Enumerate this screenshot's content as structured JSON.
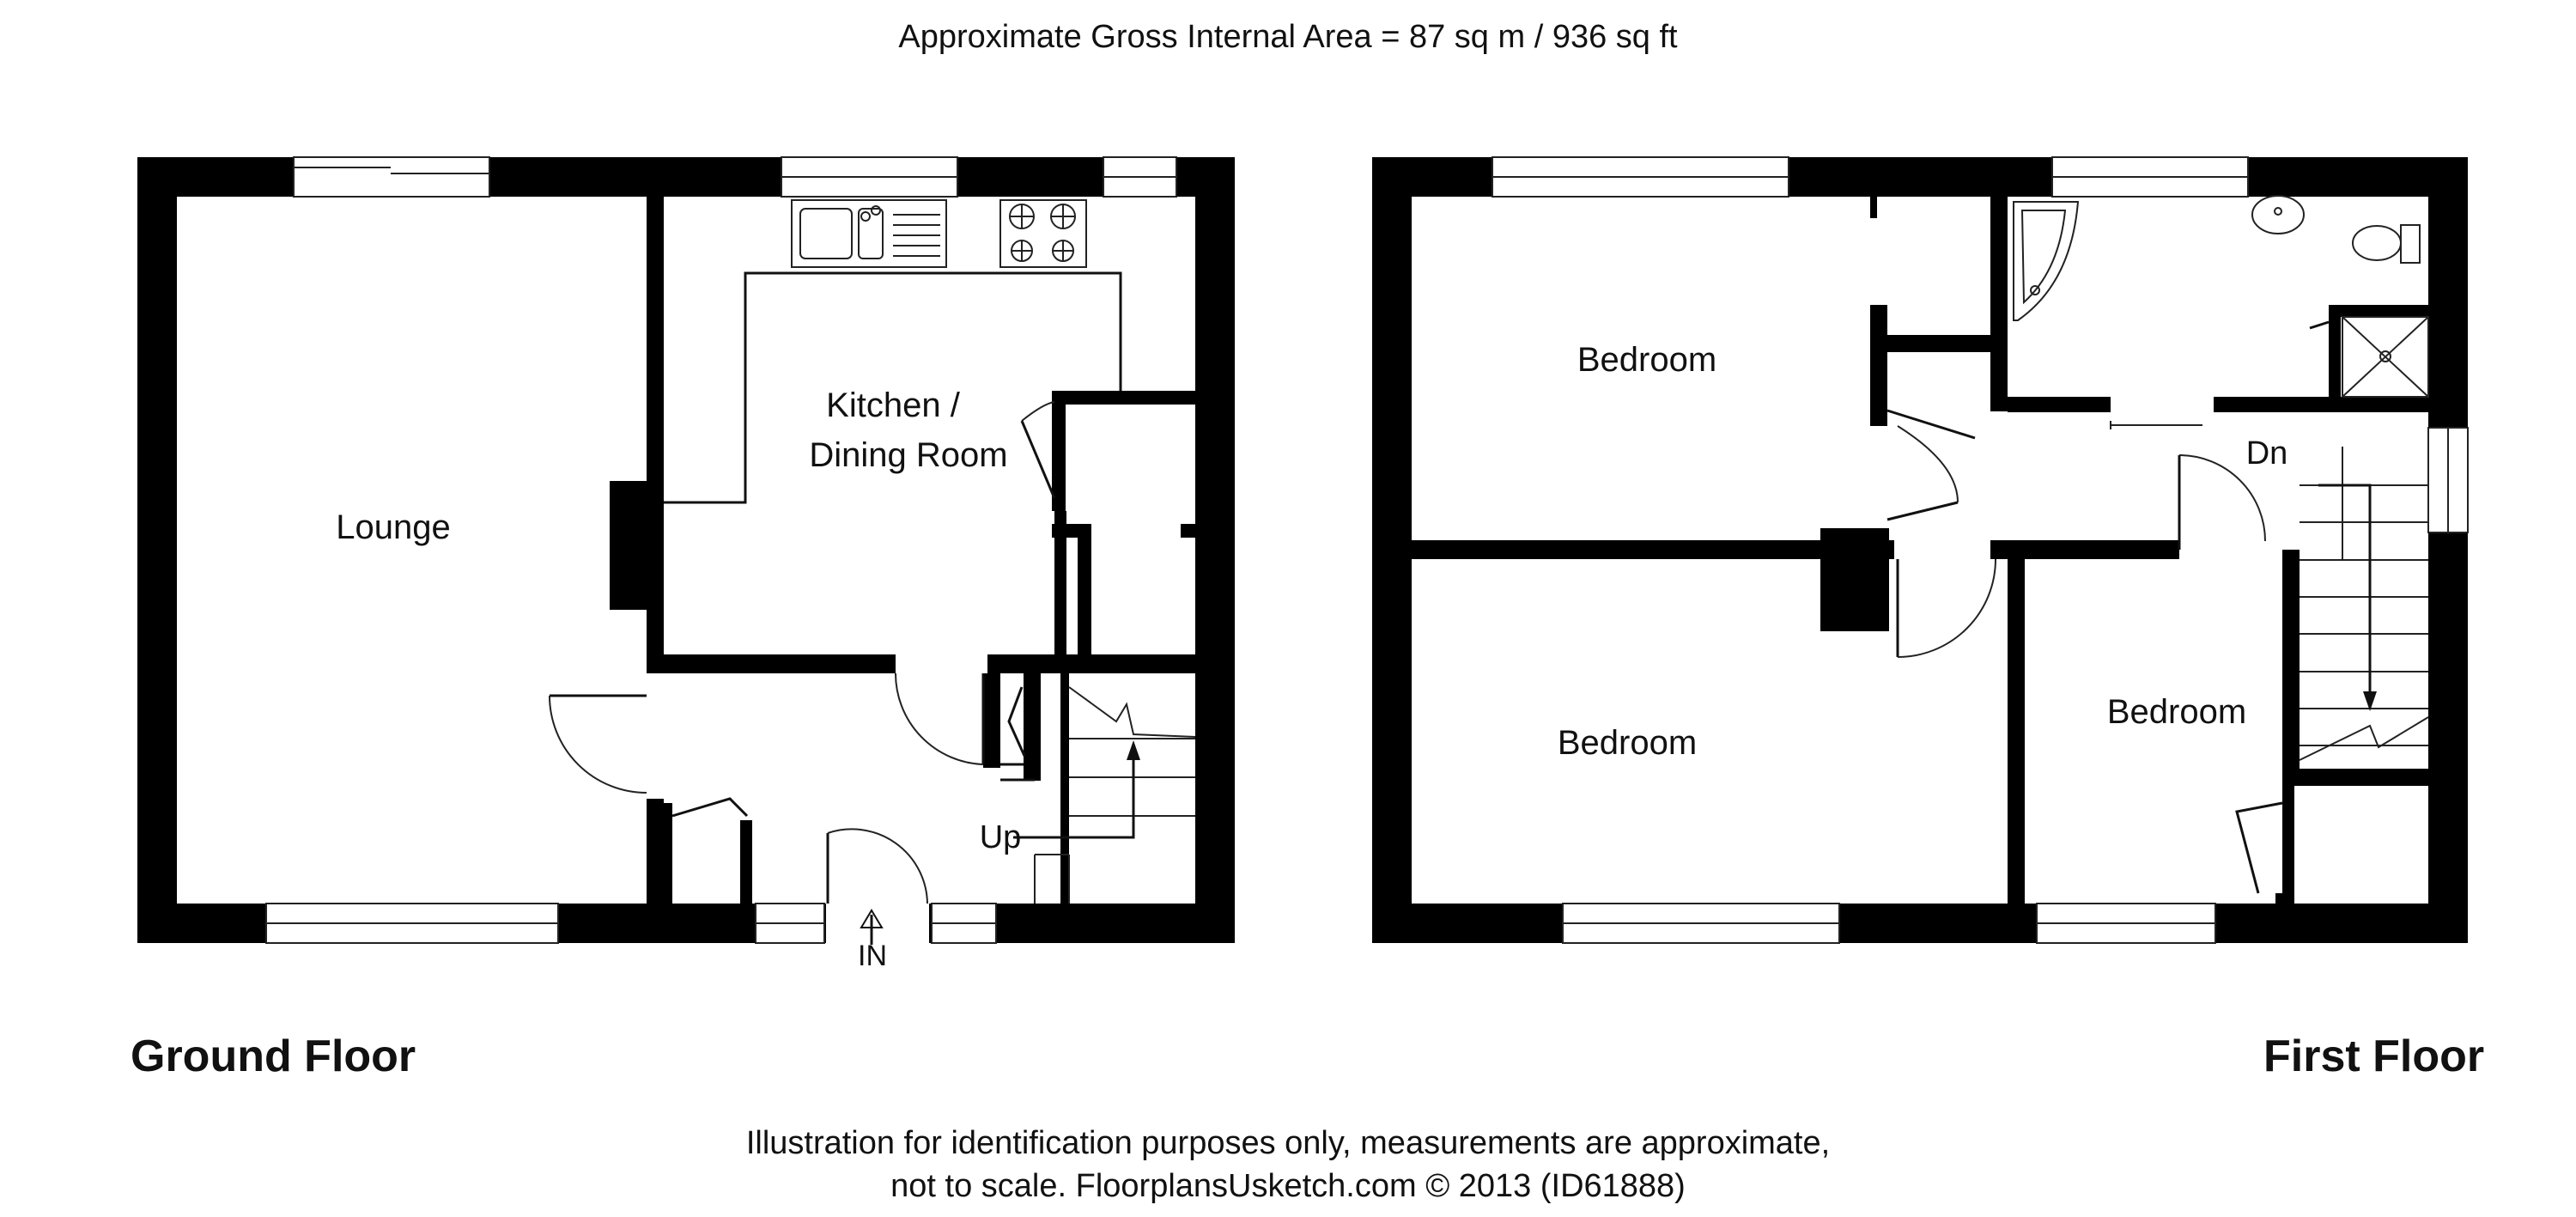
{
  "header": {
    "area_text": "Approximate Gross Internal Area  = 87 sq m / 936 sq ft"
  },
  "floors": {
    "ground": {
      "title": "Ground Floor",
      "rooms": {
        "lounge": "Lounge",
        "kitchen_line1": "Kitchen /",
        "kitchen_line2": "Dining Room"
      },
      "labels": {
        "up": "Up",
        "in": "IN"
      }
    },
    "first": {
      "title": "First Floor",
      "rooms": {
        "bedroom_1": "Bedroom",
        "bedroom_2": "Bedroom",
        "bedroom_3": "Bedroom"
      },
      "labels": {
        "dn": "Dn"
      }
    }
  },
  "footer": {
    "line1": "Illustration for identification purposes only, measurements are approximate,",
    "line2": "not to scale. FloorplansUsketch.com © 2013 (ID61888)"
  }
}
